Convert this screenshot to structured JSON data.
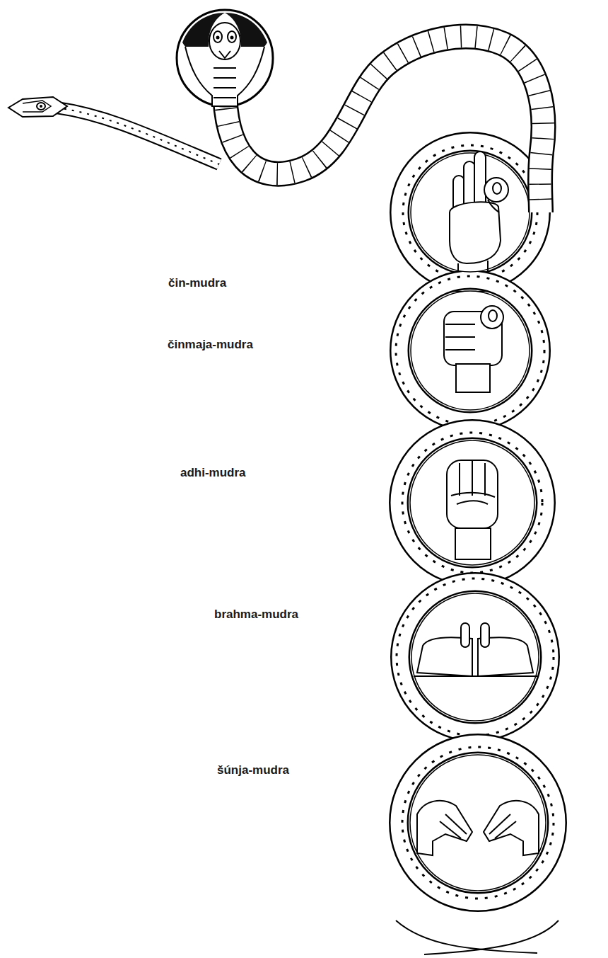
{
  "diagram": {
    "labels": [
      "čin-mudra",
      "činmaja-mudra",
      "adhi-mudra",
      "brahma-mudra",
      "šúnja-mudra"
    ]
  }
}
